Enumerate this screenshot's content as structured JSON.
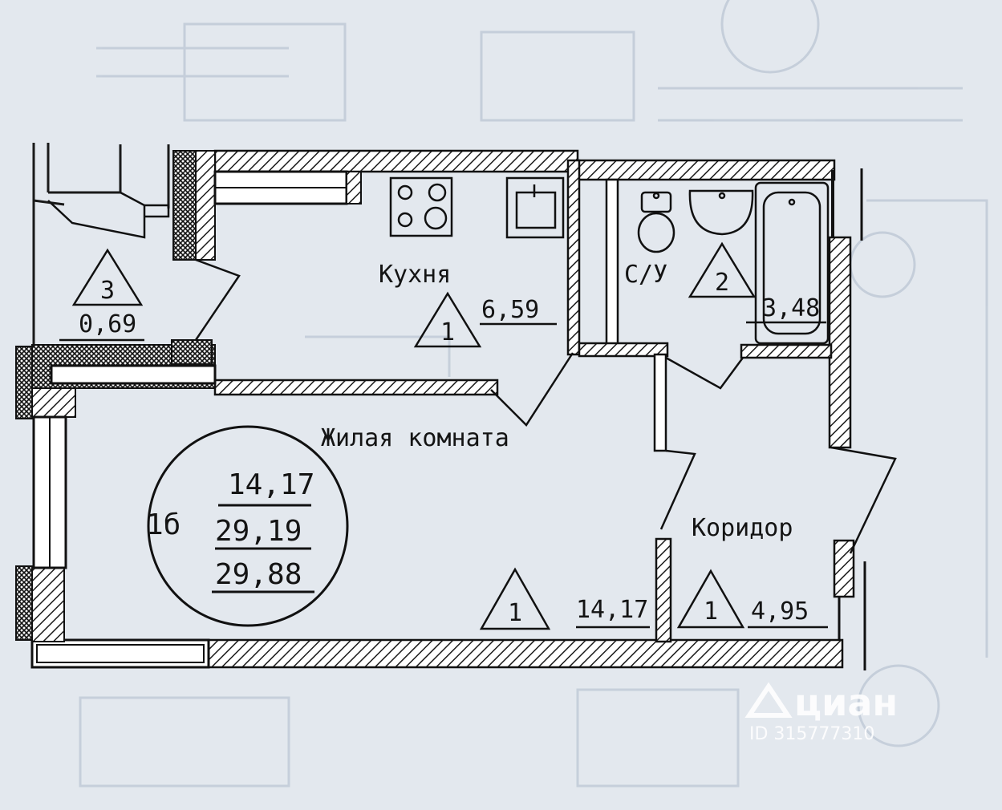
{
  "plan": {
    "apartment": {
      "code": "1б",
      "living_area": "14,17",
      "total_area": "29,19",
      "total_area_with_balcony": "29,88"
    },
    "rooms": [
      {
        "id": "kitchen",
        "name": "Кухня",
        "type_marker": "1",
        "area": "6,59"
      },
      {
        "id": "bathroom",
        "name": "С/У",
        "type_marker": "2",
        "area": "3,48"
      },
      {
        "id": "balcony",
        "name": "",
        "type_marker": "3",
        "area": "0,69"
      },
      {
        "id": "living",
        "name": "Жилая комната",
        "type_marker": "1",
        "area": "14,17"
      },
      {
        "id": "corridor",
        "name": "Коридор",
        "type_marker": "1",
        "area": "4,95"
      }
    ]
  },
  "watermark": {
    "brand": "циан",
    "listing_id": "ID 315777310"
  },
  "colors": {
    "paper": "#e3e8ee",
    "ink": "#141414",
    "watermark": "#ffffff"
  }
}
